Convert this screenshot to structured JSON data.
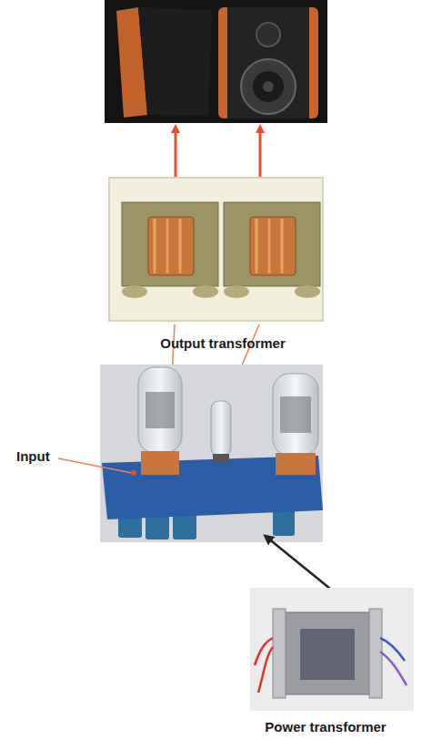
{
  "diagram": {
    "nodes": [
      {
        "text": [
          "Output transformer"
        ]
      },
      {
        "text": [
          "Power transformer"
        ]
      }
    ],
    "labels": [
      "Input"
    ]
  }
}
